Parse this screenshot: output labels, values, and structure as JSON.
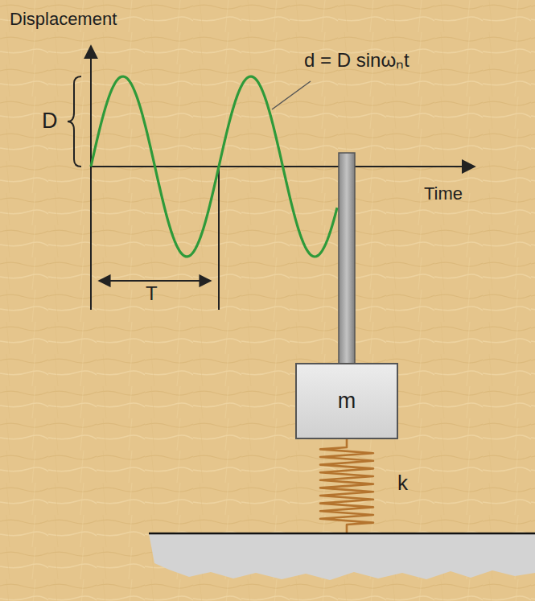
{
  "diagram": {
    "nodes": [
      {
        "text": [
          "m"
        ]
      }
    ],
    "edges": [],
    "labels": [
      "Displacement",
      "D",
      "d = D sinωₙt",
      "Time",
      "T",
      "k"
    ]
  }
}
